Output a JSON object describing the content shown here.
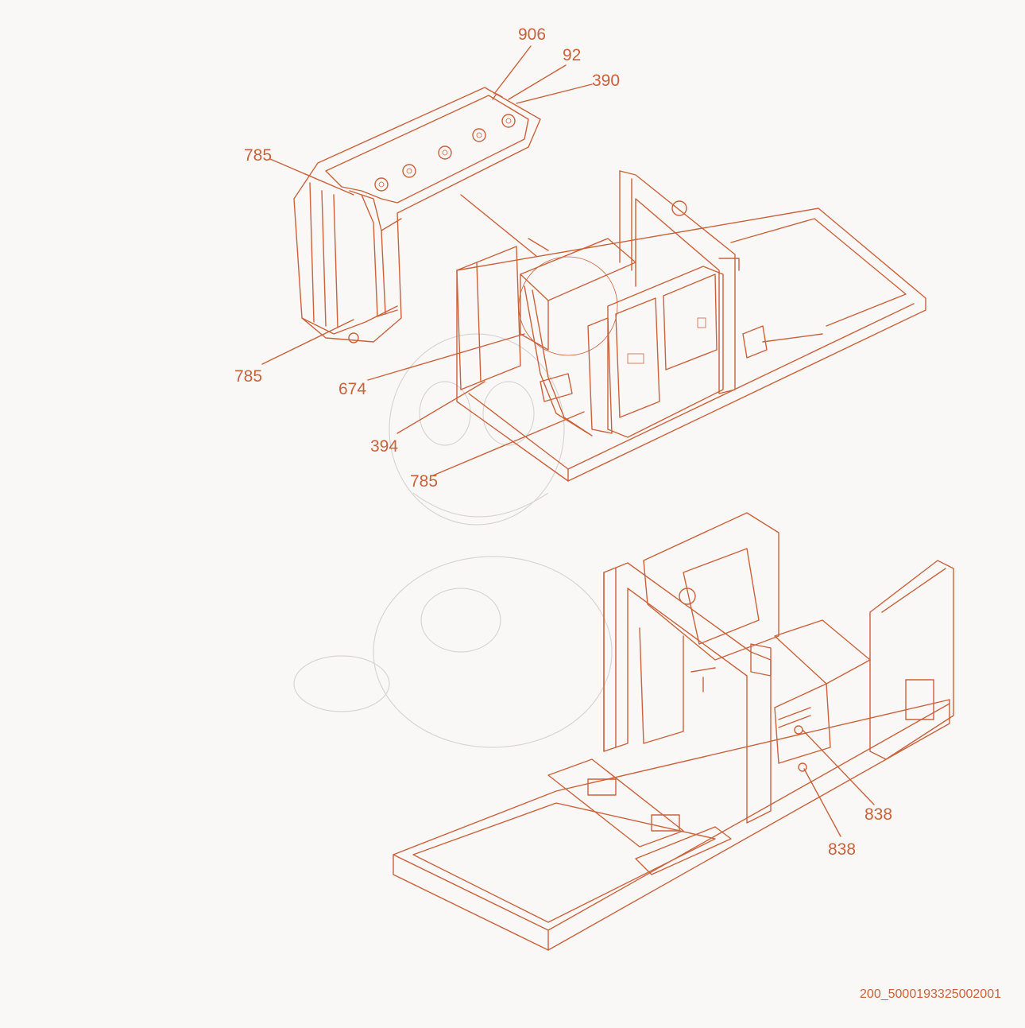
{
  "colors": {
    "line": "#c9623a",
    "ghost": "#d9d4d0",
    "background": "#faf8f7"
  },
  "callouts": [
    {
      "id": "906a",
      "text": "906"
    },
    {
      "id": "92a",
      "text": "92"
    },
    {
      "id": "390a",
      "text": "390"
    },
    {
      "id": "785a",
      "text": "785"
    },
    {
      "id": "785b",
      "text": "785"
    },
    {
      "id": "674a",
      "text": "674"
    },
    {
      "id": "394a",
      "text": "394"
    },
    {
      "id": "785c",
      "text": "785"
    },
    {
      "id": "838a",
      "text": "838"
    },
    {
      "id": "838b",
      "text": "838"
    }
  ],
  "drawing_code": "200_5000193325002001"
}
